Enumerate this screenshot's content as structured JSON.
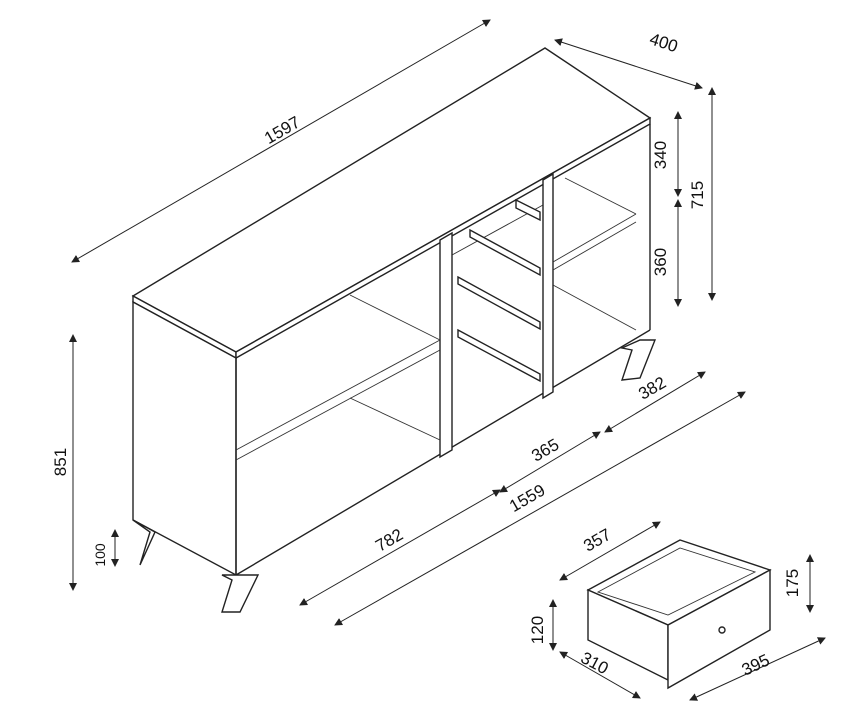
{
  "drawing": {
    "line_color": "#222222",
    "dimensions": {
      "total_width": "1597",
      "depth": "400",
      "upper_compartment_height": "340",
      "inner_height": "715",
      "lower_compartment_height": "360",
      "right_compartment_width": "382",
      "middle_compartment_width": "365",
      "inner_width": "1559",
      "left_compartment_width": "782",
      "total_height": "851",
      "leg_height": "100"
    },
    "drawer": {
      "inner_width": "357",
      "front_height": "175",
      "side_height": "120",
      "inner_depth": "310",
      "front_width": "395"
    }
  }
}
